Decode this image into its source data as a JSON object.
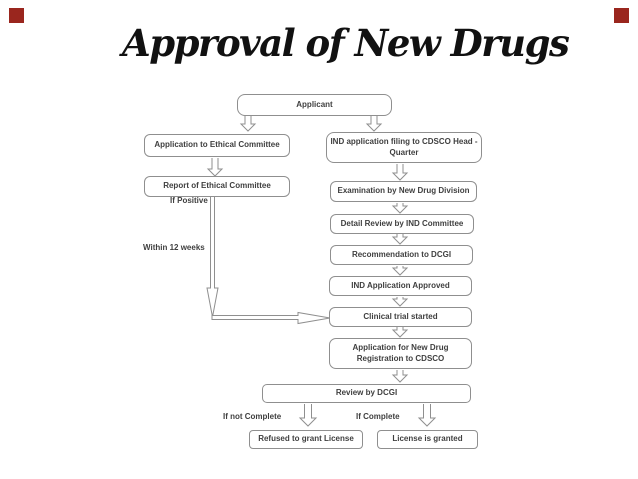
{
  "slide": {
    "title": "Approval of New Drugs",
    "accent_color": "#9a261e",
    "box_border_color": "#8f8f8f",
    "box_text_color": "#3f3f3f"
  },
  "flow": {
    "applicant": "Applicant",
    "app_ethical": "Application to Ethical Committee",
    "ind_filing": "IND application filing to CDSCO Head -\nQuarter",
    "report_ethical": "Report of Ethical Committee",
    "examination": "Examination by New Drug Division",
    "detail_review": "Detail Review by IND Committee",
    "recommendation": "Recommendation to DCGI",
    "ind_approved": "IND Application Approved",
    "clinical_trial": "Clinical trial started",
    "app_registration": "Application for New Drug\nRegistration to CDSCO",
    "review_dcgi": "Review by DCGI",
    "refused": "Refused to grant License",
    "granted": "License is granted",
    "label_if_positive": "If Positive",
    "label_within_12_weeks": "Within 12 weeks",
    "label_if_not_complete": "If not Complete",
    "label_if_complete": "If Complete"
  }
}
